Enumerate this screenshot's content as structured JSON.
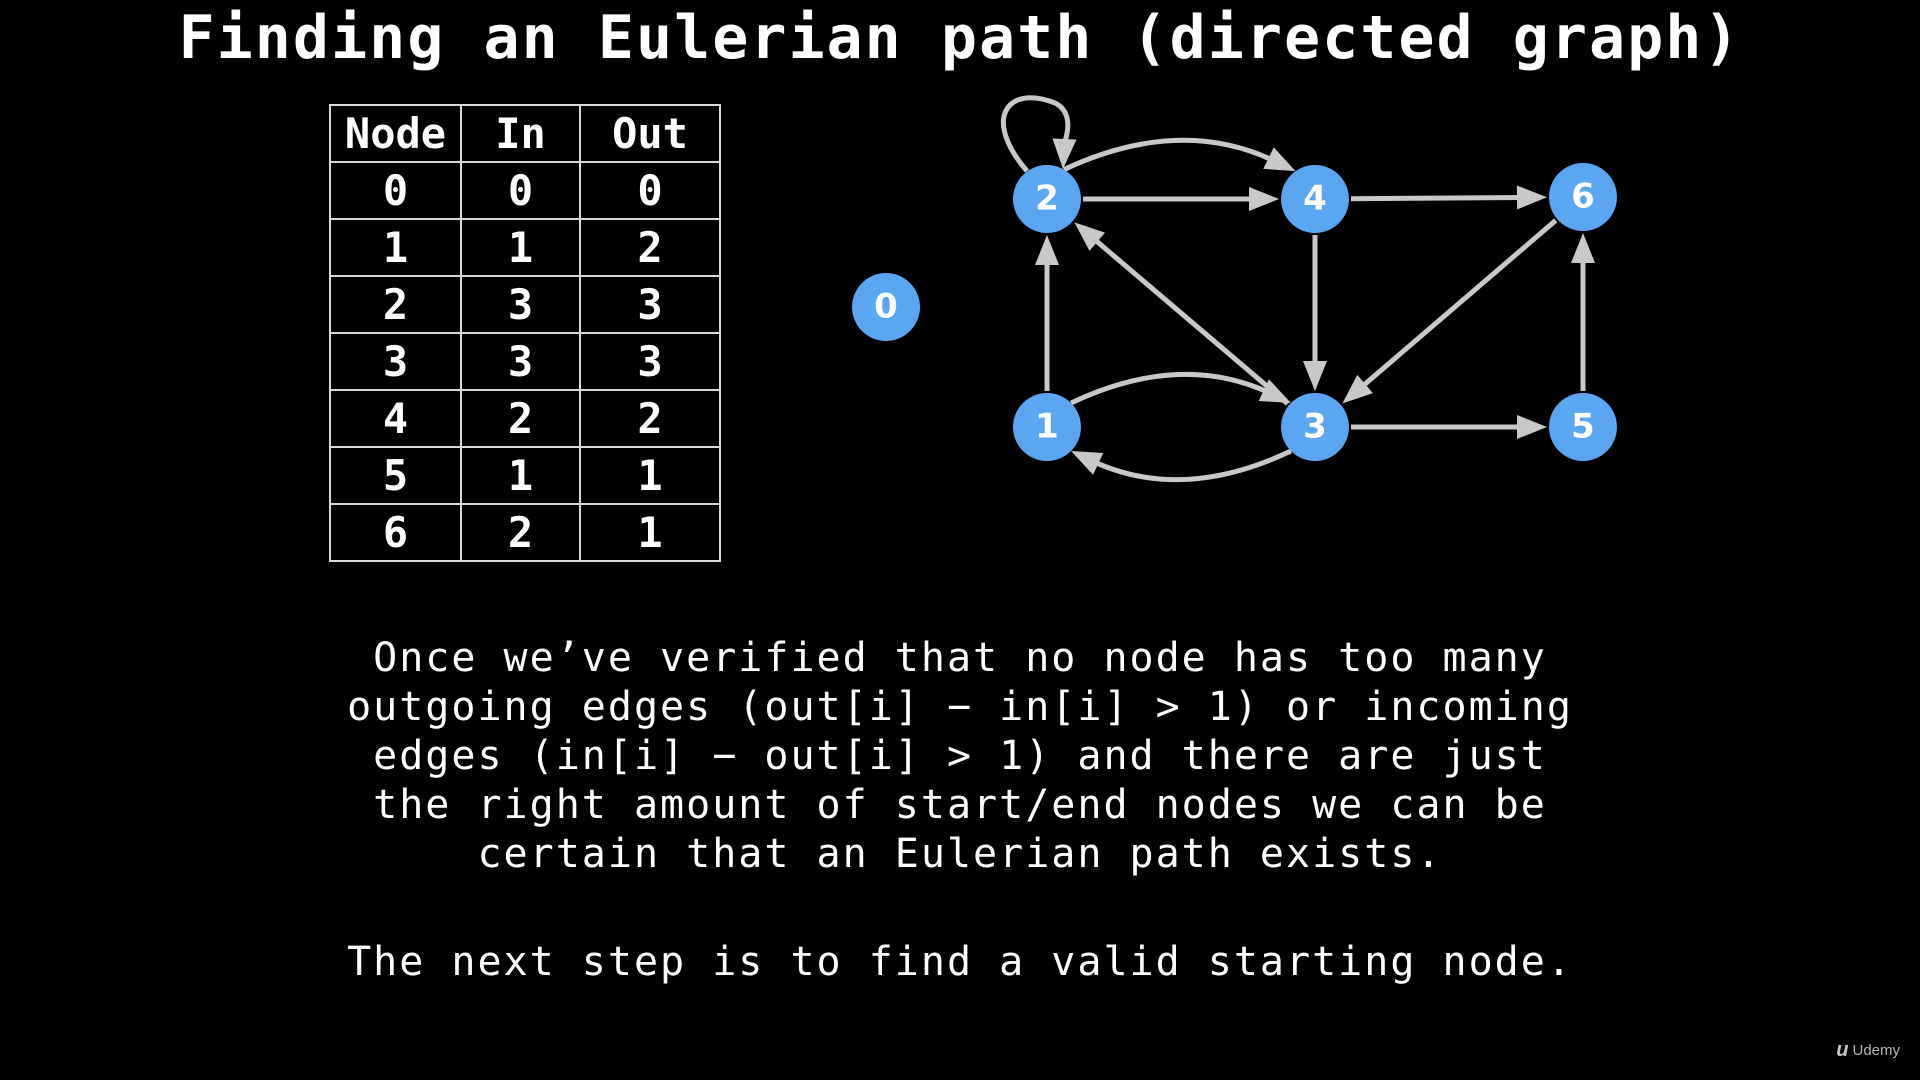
{
  "title": "Finding an Eulerian path (directed graph)",
  "table": {
    "headers": [
      "Node",
      "In",
      "Out"
    ],
    "rows": [
      [
        "0",
        "0",
        "0"
      ],
      [
        "1",
        "1",
        "2"
      ],
      [
        "2",
        "3",
        "3"
      ],
      [
        "3",
        "3",
        "3"
      ],
      [
        "4",
        "2",
        "2"
      ],
      [
        "5",
        "1",
        "1"
      ],
      [
        "6",
        "2",
        "1"
      ]
    ]
  },
  "graph": {
    "node_color": "#5aa6f0",
    "edge_color": "#c8c8c8",
    "nodes": [
      "0",
      "1",
      "2",
      "3",
      "4",
      "5",
      "6"
    ],
    "edges": [
      [
        "1",
        "2"
      ],
      [
        "1",
        "3"
      ],
      [
        "2",
        "2"
      ],
      [
        "2",
        "4"
      ],
      [
        "2",
        "4"
      ],
      [
        "3",
        "1"
      ],
      [
        "3",
        "2"
      ],
      [
        "3",
        "5"
      ],
      [
        "4",
        "3"
      ],
      [
        "4",
        "6"
      ],
      [
        "5",
        "6"
      ],
      [
        "6",
        "3"
      ]
    ]
  },
  "explanation_lines": [
    "Once we’ve verified that no node has too many",
    "outgoing edges (out[i] − in[i] > 1) or incoming",
    "edges (in[i] − out[i] > 1) and there are just",
    "the right amount of start/end nodes we can be",
    "certain that an Eulerian path exists."
  ],
  "next_step": "The next step is to find a valid starting node.",
  "watermark": {
    "glyph": "u",
    "label": "Udemy"
  }
}
